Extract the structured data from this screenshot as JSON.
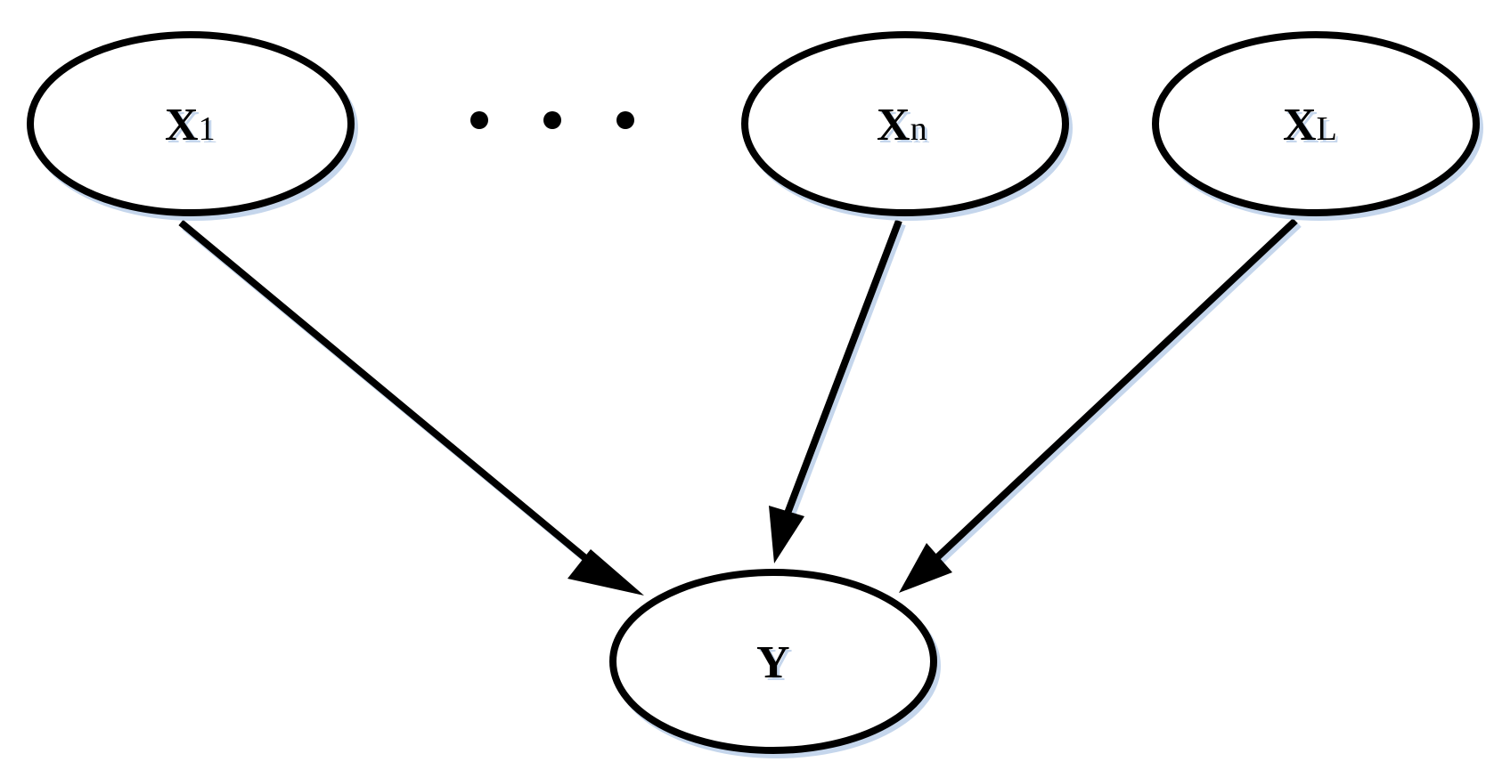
{
  "diagram": {
    "nodes": [
      {
        "id": "x1",
        "main": "X",
        "sub": "1"
      },
      {
        "id": "xn",
        "main": "X",
        "sub": "n"
      },
      {
        "id": "xl",
        "main": "X",
        "sub": "L"
      },
      {
        "id": "y",
        "main": "Y",
        "sub": ""
      }
    ],
    "edges": [
      {
        "from": "x1",
        "to": "y"
      },
      {
        "from": "xn",
        "to": "y"
      },
      {
        "from": "xl",
        "to": "y"
      }
    ],
    "ellipsis": true,
    "colors": {
      "stroke": "#000000",
      "shadow": "#c5d6ec",
      "background": "#ffffff"
    }
  }
}
